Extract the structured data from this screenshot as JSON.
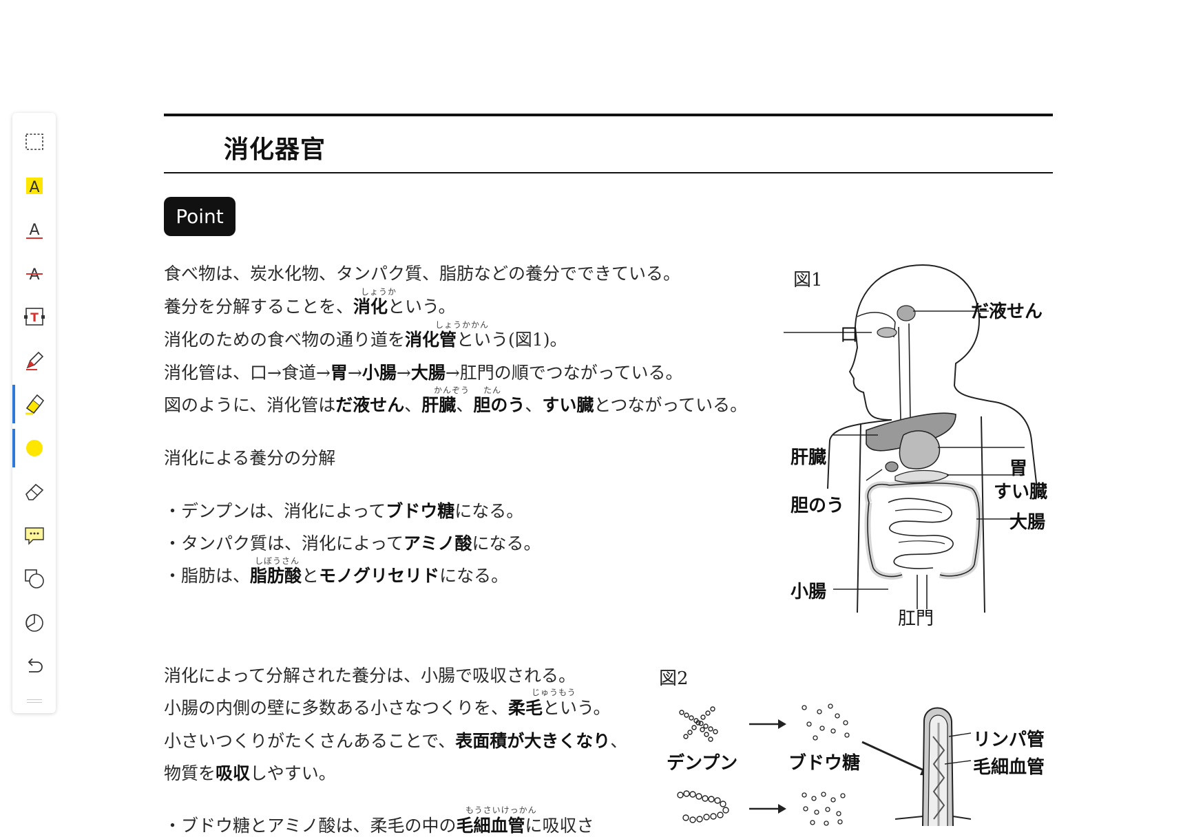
{
  "toolbar": {
    "tools": [
      {
        "name": "select-tool",
        "icon": "dashed-rectangle-icon"
      },
      {
        "name": "highlight-text-tool",
        "icon": "text-highlight-icon"
      },
      {
        "name": "underline-text-tool",
        "icon": "text-underline-icon"
      },
      {
        "name": "strikethrough-text-tool",
        "icon": "text-strikethrough-icon"
      },
      {
        "name": "textbox-tool",
        "icon": "textbox-icon"
      },
      {
        "name": "pen-tool",
        "icon": "pen-icon"
      },
      {
        "name": "highlighter-tool",
        "icon": "highlighter-icon",
        "active": true
      },
      {
        "name": "color-picker",
        "icon": "yellow-dot-icon",
        "active": true
      },
      {
        "name": "eraser-tool",
        "icon": "eraser-icon"
      },
      {
        "name": "comment-tool",
        "icon": "comment-icon"
      },
      {
        "name": "shape-tool",
        "icon": "shapes-icon"
      },
      {
        "name": "timer-tool",
        "icon": "pie-icon"
      },
      {
        "name": "undo-button",
        "icon": "undo-icon"
      }
    ],
    "accent": "#2e78d8",
    "highlight_color": "#ffe600",
    "pen_color": "#d9302c",
    "textbox_letter": "T",
    "text_tool_letter": "A"
  },
  "document": {
    "title": "消化器官",
    "badge": "Point",
    "para1": {
      "l1": "食べ物は、炭水化物、タンパク質、脂肪などの養分でできている。",
      "l2_a": "養分を分解することを、",
      "l2_b": "消化",
      "l2_c": "という。",
      "l2_ruby": "しょうか",
      "l3_a": "消化のための食べ物の通り道を",
      "l3_b": "消化管",
      "l3_c": "という(図1)。",
      "l3_ruby": "しょうかかん",
      "l4_a": "消化管は、口→食道→",
      "l4_b": "胃",
      "l4_c": "→",
      "l4_d": "小腸",
      "l4_e": "→",
      "l4_f": "大腸",
      "l4_g": "→肛門の順でつながっている。",
      "l5_a": "図のように、消化管は",
      "l5_b": "だ液せん",
      "l5_c": "、",
      "l5_d": "肝臓",
      "l5_e": "、",
      "l5_f": "胆のう",
      "l5_g": "、",
      "l5_h": "すい臓",
      "l5_i": "とつながっている。",
      "l5_ruby1": "かんぞう",
      "l5_ruby2": "たん"
    },
    "section": "消化による養分の分解",
    "bullets": {
      "b1_a": "・デンプンは、消化によって",
      "b1_b": "ブドウ糖",
      "b1_c": "になる。",
      "b2_a": "・タンパク質は、消化によって",
      "b2_b": "アミノ酸",
      "b2_c": "になる。",
      "b3_a": "・脂肪は、",
      "b3_b": "脂肪酸",
      "b3_c": "と",
      "b3_d": "モノグリセリド",
      "b3_e": "になる。",
      "b3_ruby": "しぼうさん"
    },
    "para2": {
      "l1": "消化によって分解された養分は、小腸で吸収される。",
      "l2_a": "小腸の内側の壁に多数ある小さなつくりを、",
      "l2_b": "柔毛",
      "l2_c": "という。",
      "l2_ruby": "じゅうもう",
      "l3_a": "小さいつくりがたくさんあることで、",
      "l3_b": "表面積が大きくなり",
      "l3_c": "、",
      "l4_a": "物質を",
      "l4_b": "吸収",
      "l4_c": "しやすい。",
      "l5_a": "・ブドウ糖とアミノ酸は、柔毛の中の",
      "l5_b": "毛細血管",
      "l5_c": "に吸収さ",
      "l5_ruby": "もうさいけっかん"
    },
    "fig1": {
      "label": "図1",
      "mouth": "口",
      "salivary": "だ液せん",
      "liver": "肝臓",
      "stomach": "胃",
      "pancreas": "すい臓",
      "gallbladder": "胆のう",
      "large_intestine": "大腸",
      "small_intestine": "小腸",
      "anus": "肛門"
    },
    "fig2": {
      "label": "図2",
      "starch": "デンプン",
      "glucose": "ブドウ糖",
      "lymph": "リンパ管",
      "capillary": "毛細血管"
    }
  }
}
